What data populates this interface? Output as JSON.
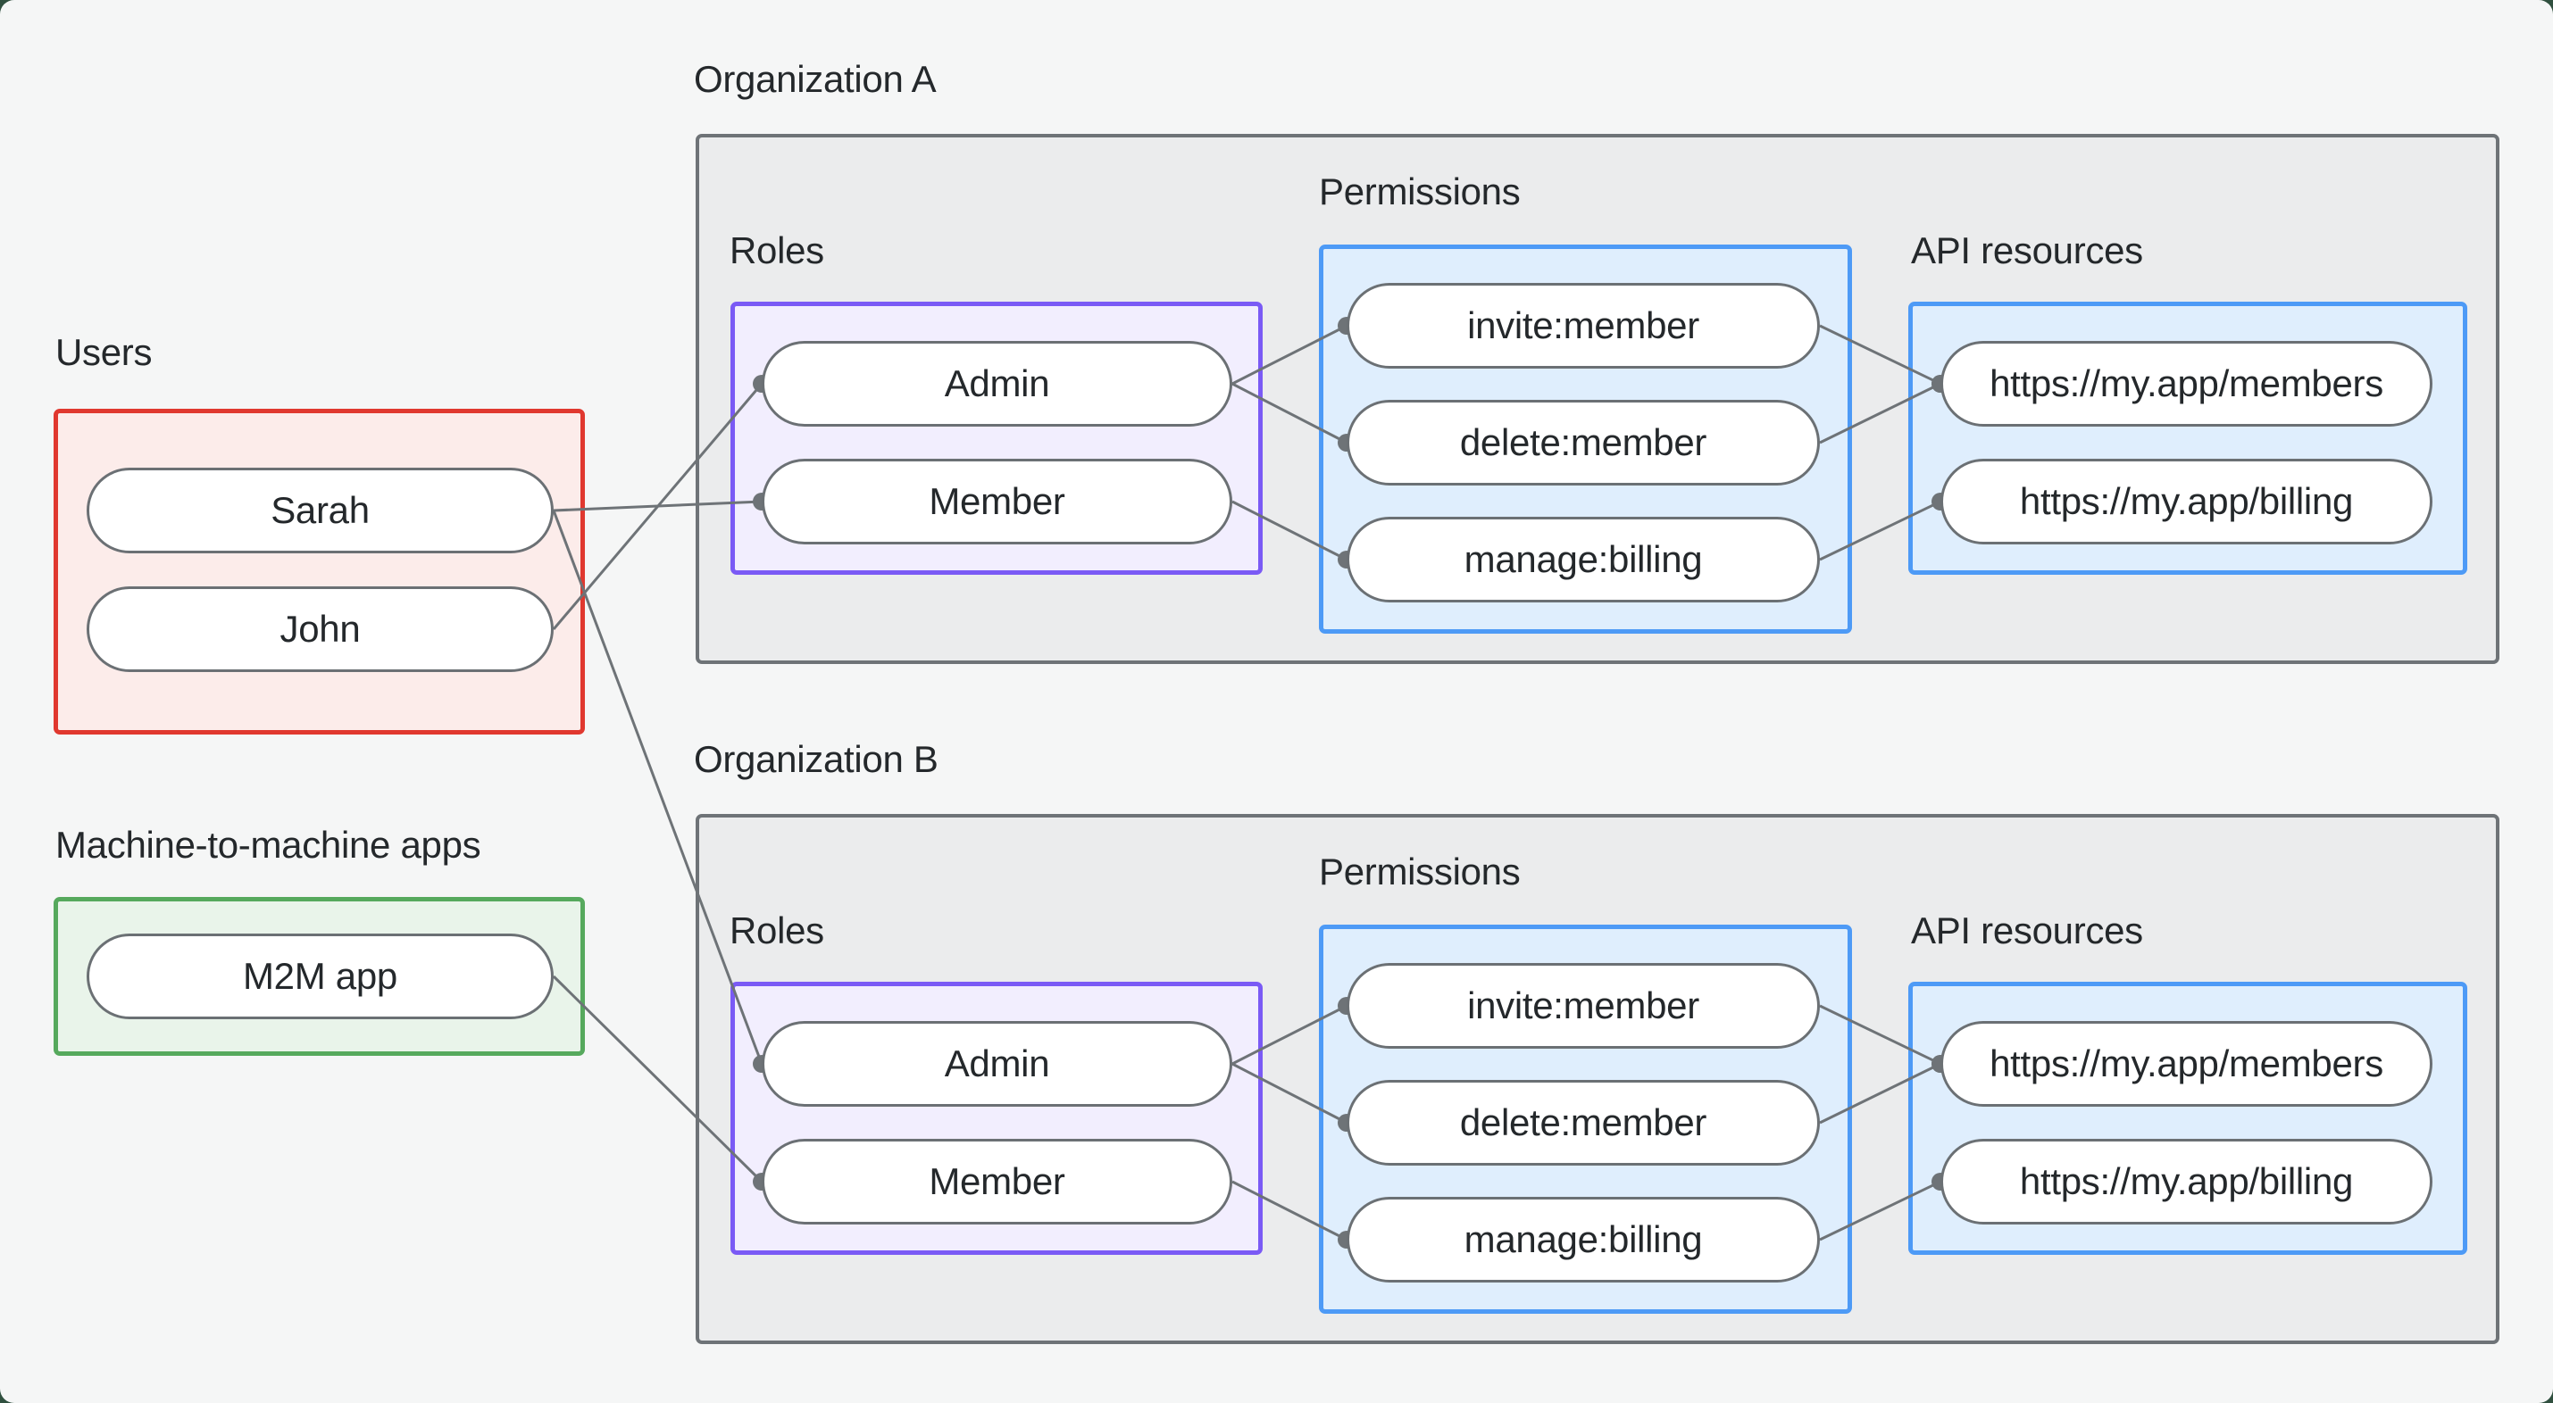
{
  "colors": {
    "page-outer": "#30503f",
    "canvas-bg": "#f5f6f6",
    "text": "#24282b",
    "connector": "#6e7377",
    "node-border": "#6b7074",
    "node-bg": "#ffffff",
    "users-border": "#e0382f",
    "users-bg": "#fcecea",
    "m2m-border": "#56a95d",
    "m2m-bg": "#e9f4ea",
    "org-border": "#6e7377",
    "org-bg": "#ebeced",
    "roles-border": "#7a5af5",
    "roles-bg": "#f2eefe",
    "perm-border": "#4d9af6",
    "perm-bg": "#dfeefd"
  },
  "geometry": {
    "dot_radius": 10,
    "line_width": 3
  },
  "labels": {
    "users": "Users",
    "m2m": "Machine-to-machine apps",
    "org_a": "Organization A",
    "org_b": "Organization B",
    "roles": "Roles",
    "permissions": "Permissions",
    "api": "API resources"
  },
  "nodes": {
    "sarah": "Sarah",
    "john": "John",
    "m2m_app": "M2M app",
    "org_a_admin": "Admin",
    "org_a_member": "Member",
    "org_a_invite": "invite:member",
    "org_a_delete": "delete:member",
    "org_a_manage": "manage:billing",
    "org_a_members": "https://my.app/members",
    "org_a_billing": "https://my.app/billing",
    "org_b_admin": "Admin",
    "org_b_member": "Member",
    "org_b_invite": "invite:member",
    "org_b_delete": "delete:member",
    "org_b_manage": "manage:billing",
    "org_b_members": "https://my.app/members",
    "org_b_billing": "https://my.app/billing"
  },
  "edges": [
    {
      "from": "sarah",
      "to": "org_a_member"
    },
    {
      "from": "john",
      "to": "org_a_admin"
    },
    {
      "from": "sarah",
      "to": "org_b_admin"
    },
    {
      "from": "m2m_app",
      "to": "org_b_member"
    },
    {
      "from": "org_a_admin",
      "to": "org_a_invite"
    },
    {
      "from": "org_a_admin",
      "to": "org_a_delete"
    },
    {
      "from": "org_a_member",
      "to": "org_a_manage"
    },
    {
      "from": "org_a_invite",
      "to": "org_a_members"
    },
    {
      "from": "org_a_delete",
      "to": "org_a_members"
    },
    {
      "from": "org_a_manage",
      "to": "org_a_billing"
    },
    {
      "from": "org_b_admin",
      "to": "org_b_invite"
    },
    {
      "from": "org_b_admin",
      "to": "org_b_delete"
    },
    {
      "from": "org_b_member",
      "to": "org_b_manage"
    },
    {
      "from": "org_b_invite",
      "to": "org_b_members"
    },
    {
      "from": "org_b_delete",
      "to": "org_b_members"
    },
    {
      "from": "org_b_manage",
      "to": "org_b_billing"
    }
  ]
}
